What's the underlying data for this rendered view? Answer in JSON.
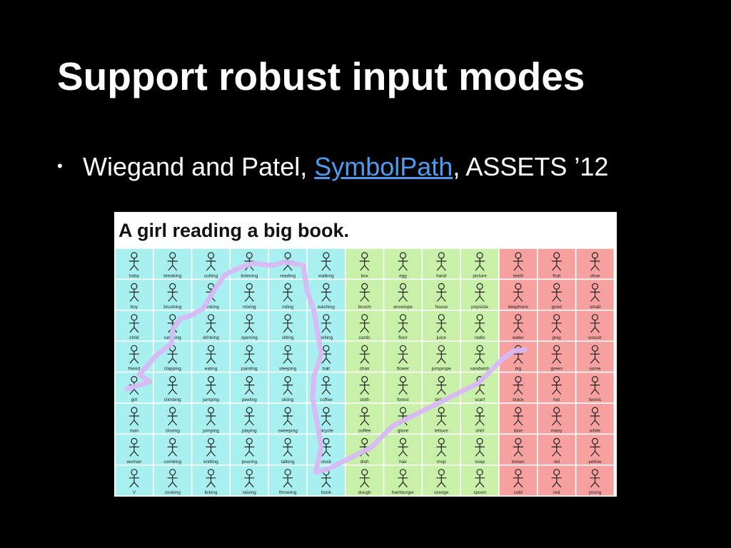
{
  "slide": {
    "title": "Support robust input modes",
    "bullet": {
      "prefix": "Wiegand and Patel, ",
      "link": "SymbolPath",
      "suffix": ", ASSETS ’12"
    }
  },
  "board": {
    "sentence": "A girl reading a big book.",
    "colors": {
      "people": "#a8f0f0",
      "verbs": "#a8f0f0",
      "nouns": "#c9f0a8",
      "adjectives": "#f6a0a0",
      "path": "#d8b8f4"
    },
    "columns": [
      {
        "category": "people",
        "words": [
          "baby",
          "boy",
          "child",
          "friend",
          "girl",
          "man",
          "woman",
          "V"
        ]
      },
      {
        "category": "verbs",
        "words": [
          "breaking",
          "brushing",
          "catching",
          "clapping",
          "climbing",
          "closing",
          "combing",
          "cooking"
        ]
      },
      {
        "category": "verbs",
        "words": [
          "cutting",
          "drinking",
          "drinking",
          "eating",
          "jumping",
          "jumping",
          "knitting",
          "licking"
        ]
      },
      {
        "category": "verbs",
        "words": [
          "listening",
          "mixing",
          "opening",
          "painting",
          "peeling",
          "playing",
          "pouring",
          "raising"
        ]
      },
      {
        "category": "verbs",
        "words": [
          "reading",
          "riding",
          "sitting",
          "sleeping",
          "skiing",
          "sweeping",
          "talking",
          "throwing"
        ]
      },
      {
        "category": "verbs",
        "words": [
          "walking",
          "washing",
          "writing",
          "ball",
          "coffee",
          "bicycle",
          "clock",
          "book"
        ]
      },
      {
        "category": "nouns",
        "words": [
          "box",
          "broom",
          "cards",
          "chair",
          "cloth",
          "coffee",
          "dish",
          "dough"
        ]
      },
      {
        "category": "nouns",
        "words": [
          "egg",
          "envelope",
          "floor",
          "flower",
          "forest",
          "glove",
          "hair",
          "hamburger"
        ]
      },
      {
        "category": "nouns",
        "words": [
          "hand",
          "house",
          "juice",
          "jumprope",
          "ladder",
          "lettuce",
          "mop",
          "orange"
        ]
      },
      {
        "category": "nouns",
        "words": [
          "picture",
          "popsicle",
          "radio",
          "sandwich",
          "scarf",
          "shirt",
          "soap",
          "spoon"
        ]
      },
      {
        "category": "adjectives",
        "words": [
          "teeth",
          "telephone",
          "water",
          "big",
          "black",
          "blue",
          "brown",
          "cold"
        ]
      },
      {
        "category": "adjectives",
        "words": [
          "fruit",
          "good",
          "gray",
          "green",
          "hot",
          "many",
          "old",
          "red"
        ]
      },
      {
        "category": "adjectives",
        "words": [
          "shoe",
          "small",
          "soccer",
          "some",
          "tennis",
          "white",
          "yellow",
          "young"
        ]
      }
    ]
  }
}
